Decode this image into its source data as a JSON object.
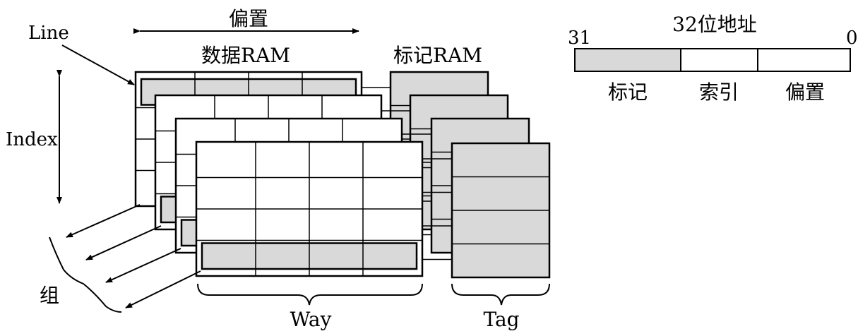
{
  "labels": {
    "offset_top": "偏置",
    "line": "Line",
    "data_ram": "数据RAM",
    "tag_ram": "标记RAM",
    "index": "Index",
    "group": "组",
    "way": "Way",
    "tag": "Tag"
  },
  "address": {
    "title": "32位地址",
    "bit_high": "31",
    "bit_low": "0",
    "fields": [
      "标记",
      "索引",
      "偏置"
    ]
  },
  "colors": {
    "highlight": "#d9d9d9",
    "line": "#000000",
    "background": "#ffffff"
  }
}
